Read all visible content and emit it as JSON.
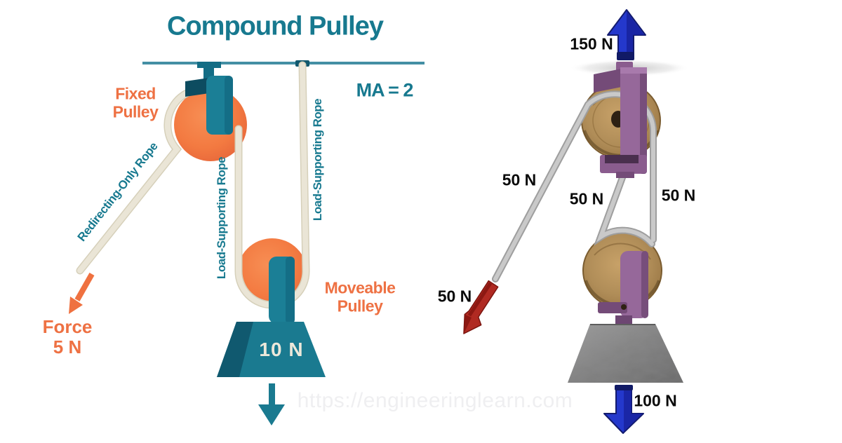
{
  "left_diagram": {
    "title": "Compound Pulley",
    "mechanical_advantage": "MA = 2",
    "labels": {
      "fixed_pulley": "Fixed\nPulley",
      "moveable_pulley": "Moveable\nPulley",
      "redirecting_rope": "Redirecting-Only Rope",
      "load_rope_left": "Load-Supporting Rope",
      "load_rope_right": "Load-Supporting Rope",
      "force": "Force\n5 N",
      "weight": "10 N"
    },
    "colors": {
      "teal": "#17798f",
      "orange": "#ee7143",
      "pulley_orange": "#f0763f",
      "rope_cream": "#eae5d6"
    }
  },
  "right_diagram": {
    "labels": {
      "pull_force": "150 N",
      "rope_tension_left": "50 N",
      "rope_tension_middle": "50 N",
      "rope_tension_right": "50 N",
      "applied_force": "50 N",
      "load": "100 N"
    },
    "colors": {
      "arrow_blue": "#2438cc",
      "arrow_red": "#b02a22",
      "wheel_wood": "#b08d58",
      "frame_purple": "#96689a",
      "stone_grey": "#8a8a8a",
      "rope_grey": "#c6c6c6",
      "label_black": "#0a0a0a"
    }
  },
  "watermark": "https://engineeringlearn.com"
}
